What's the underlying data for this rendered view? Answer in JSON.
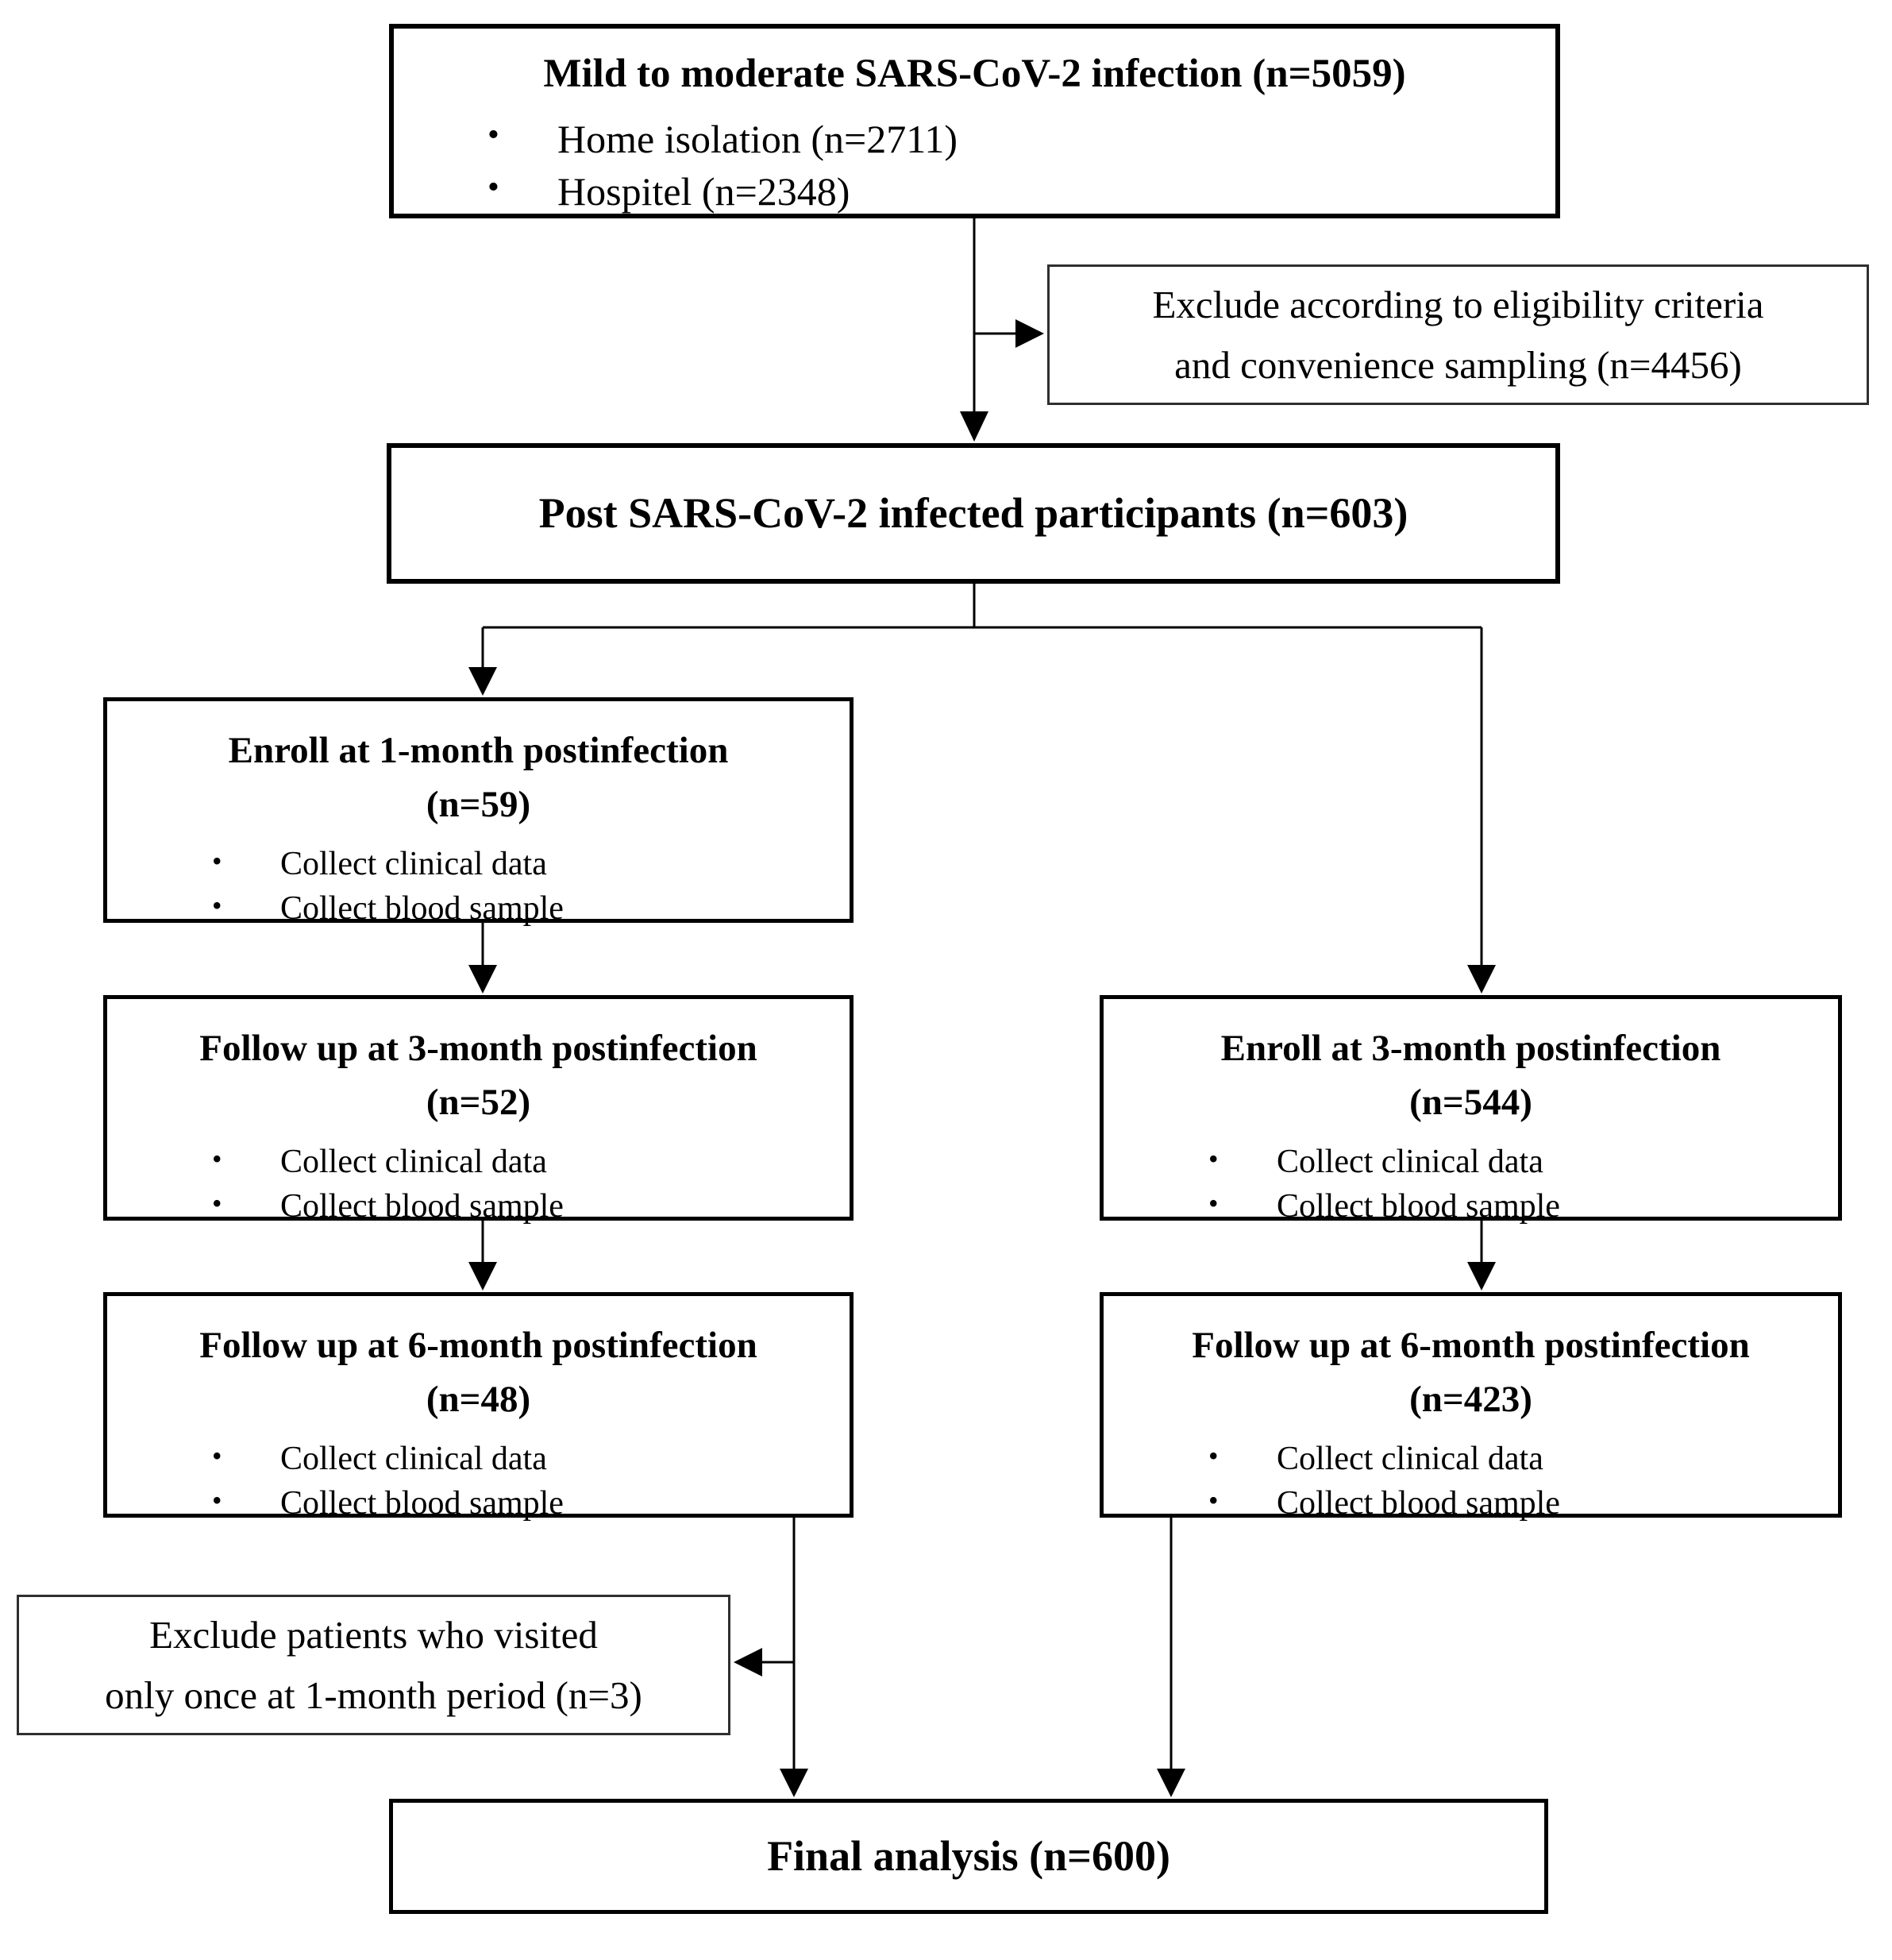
{
  "glyphs": {
    "bullet": "•"
  },
  "colors": {
    "background": "#ffffff",
    "text": "#000000",
    "line": "#000000",
    "box_border": "#000000"
  },
  "boxes": {
    "source": {
      "title": "Mild to moderate SARS-CoV-2 infection (n=5059)",
      "bullets": [
        "Home isolation (n=2711)",
        "Hospitel (n=2348)"
      ]
    },
    "exclude_eligibility": {
      "line1": "Exclude according to eligibility criteria",
      "line2": "and convenience sampling (n=4456)"
    },
    "post_infected": {
      "title": "Post SARS-CoV-2 infected participants (n=603)"
    },
    "enroll_1m": {
      "title": "Enroll at 1-month postinfection",
      "count": "(n=59)",
      "bullets": [
        "Collect clinical data",
        "Collect blood sample"
      ]
    },
    "follow_3m": {
      "title": "Follow up at 3-month postinfection",
      "count": "(n=52)",
      "bullets": [
        "Collect clinical data",
        "Collect blood sample"
      ]
    },
    "follow_6m_left": {
      "title": "Follow up at 6-month postinfection",
      "count": "(n=48)",
      "bullets": [
        "Collect clinical data",
        "Collect blood sample"
      ]
    },
    "enroll_3m": {
      "title": "Enroll at 3-month postinfection",
      "count": "(n=544)",
      "bullets": [
        "Collect clinical data",
        "Collect blood sample"
      ]
    },
    "follow_6m_right": {
      "title": "Follow up at 6-month postinfection",
      "count": "(n=423)",
      "bullets": [
        "Collect clinical data",
        "Collect blood sample"
      ]
    },
    "exclude_once": {
      "line1": "Exclude patients who visited",
      "line2": "only once at 1-month period (n=3)"
    },
    "final_analysis": {
      "title": "Final analysis (n=600)"
    }
  }
}
